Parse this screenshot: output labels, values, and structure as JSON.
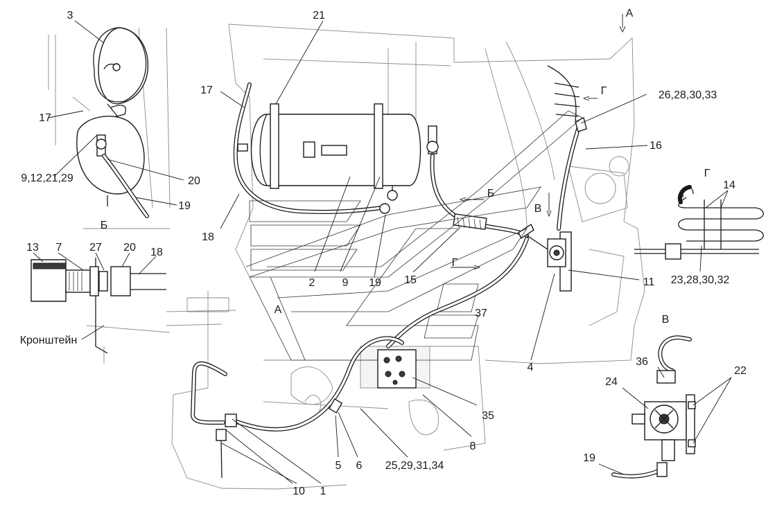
{
  "diagram": {
    "callouts": [
      {
        "id": "c21",
        "text": "21"
      },
      {
        "id": "c17",
        "text": "17"
      },
      {
        "id": "c18",
        "text": "18"
      },
      {
        "id": "c2",
        "text": "2"
      },
      {
        "id": "c9",
        "text": "9"
      },
      {
        "id": "c19",
        "text": "19"
      },
      {
        "id": "c15",
        "text": "15"
      },
      {
        "id": "c16",
        "text": "16"
      },
      {
        "id": "c11",
        "text": "11"
      },
      {
        "id": "c4",
        "text": "4"
      },
      {
        "id": "c37",
        "text": "37"
      },
      {
        "id": "c35",
        "text": "35"
      },
      {
        "id": "c8",
        "text": "8"
      },
      {
        "id": "c5",
        "text": "5"
      },
      {
        "id": "c6",
        "text": "6"
      },
      {
        "id": "c25",
        "text": "25,29,31,34"
      },
      {
        "id": "c10",
        "text": "10"
      },
      {
        "id": "c1",
        "text": "1"
      },
      {
        "id": "c26",
        "text": "26,28,30,33"
      }
    ],
    "view_markers": [
      {
        "id": "vA_top",
        "text": "А"
      },
      {
        "id": "vA_mid",
        "text": "А"
      },
      {
        "id": "vB",
        "text": "Б"
      },
      {
        "id": "vV",
        "text": "В"
      },
      {
        "id": "vG_top",
        "text": "Г"
      },
      {
        "id": "vG_mid",
        "text": "Г"
      }
    ],
    "inset_topleft": {
      "callouts": [
        {
          "id": "t3",
          "text": "3"
        },
        {
          "id": "t17",
          "text": "17"
        },
        {
          "id": "t9",
          "text": "9,12,21,29"
        },
        {
          "id": "t20",
          "text": "20"
        },
        {
          "id": "t19",
          "text": "19"
        }
      ]
    },
    "inset_b": {
      "view_label": "Б",
      "callouts": [
        {
          "id": "b13",
          "text": "13"
        },
        {
          "id": "b7",
          "text": "7"
        },
        {
          "id": "b27",
          "text": "27"
        },
        {
          "id": "b20",
          "text": "20"
        },
        {
          "id": "b18",
          "text": "18"
        }
      ],
      "bracket_label": "Кронштейн"
    },
    "inset_g": {
      "view_label": "Г",
      "callouts": [
        {
          "id": "g14",
          "text": "14"
        },
        {
          "id": "g23",
          "text": "23,28,30,32"
        }
      ]
    },
    "inset_v": {
      "view_label": "В",
      "callouts": [
        {
          "id": "v36",
          "text": "36"
        },
        {
          "id": "v24",
          "text": "24"
        },
        {
          "id": "v22",
          "text": "22"
        },
        {
          "id": "v19",
          "text": "19"
        }
      ]
    }
  }
}
